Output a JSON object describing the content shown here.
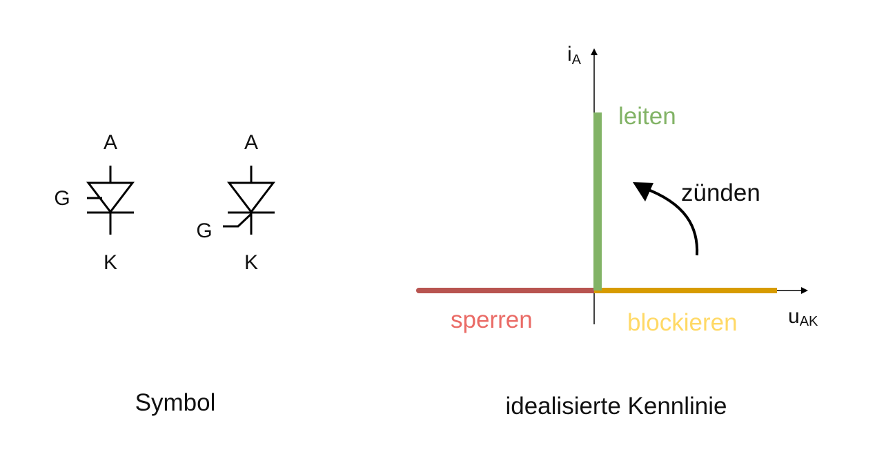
{
  "symbol_section": {
    "caption": "Symbol",
    "variant_1": {
      "anode": "A",
      "gate": "G",
      "cathode": "K"
    },
    "variant_2": {
      "anode": "A",
      "gate": "G",
      "cathode": "K"
    }
  },
  "characteristic_section": {
    "caption": "idealisierte Kennlinie",
    "y_axis": {
      "main": "i",
      "sub": "A"
    },
    "x_axis": {
      "main": "u",
      "sub": "AK"
    },
    "regions": {
      "conduct": {
        "label": "leiten",
        "color": "#82b366"
      },
      "reverse": {
        "label": "sperren",
        "color": "#b85450"
      },
      "forward_block": {
        "label": "blockieren",
        "color": "#d79b00"
      },
      "forward_block_text_color": "#ffd966",
      "reverse_text_color": "#ea6b66",
      "conduct_text_color": "#82b366"
    },
    "trigger_label": "zünden"
  }
}
